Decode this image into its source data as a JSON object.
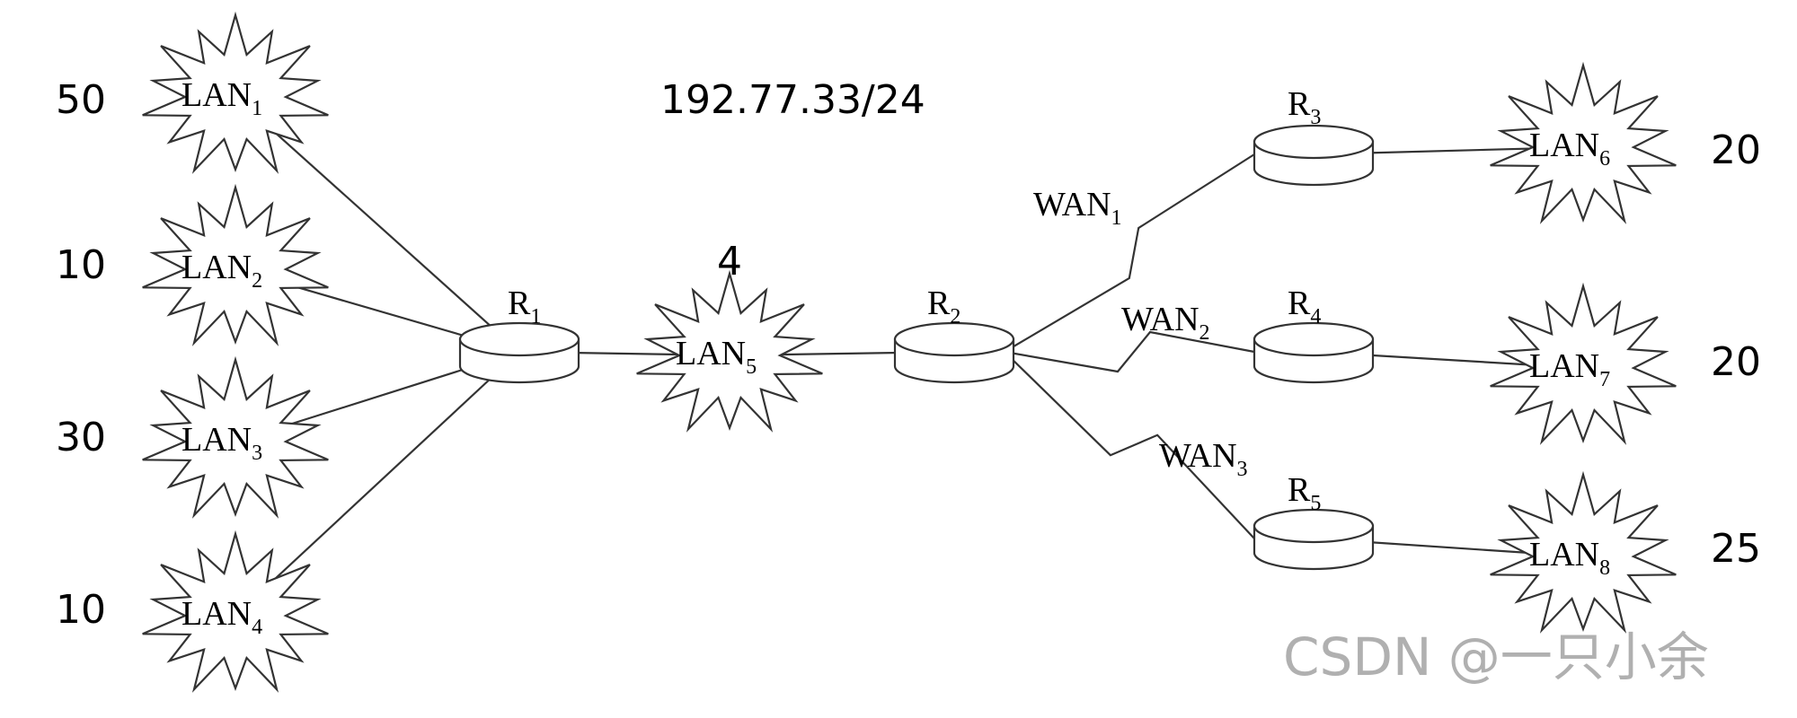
{
  "network_prefix": "192.77.33/24",
  "watermark": "CSDN @一只小余",
  "lans": [
    {
      "id": "LAN1",
      "base": "LAN",
      "sub": "1",
      "hosts": "50"
    },
    {
      "id": "LAN2",
      "base": "LAN",
      "sub": "2",
      "hosts": "10"
    },
    {
      "id": "LAN3",
      "base": "LAN",
      "sub": "3",
      "hosts": "30"
    },
    {
      "id": "LAN4",
      "base": "LAN",
      "sub": "4",
      "hosts": "10"
    },
    {
      "id": "LAN5",
      "base": "LAN",
      "sub": "5",
      "hosts": "4"
    },
    {
      "id": "LAN6",
      "base": "LAN",
      "sub": "6",
      "hosts": "20"
    },
    {
      "id": "LAN7",
      "base": "LAN",
      "sub": "7",
      "hosts": "20"
    },
    {
      "id": "LAN8",
      "base": "LAN",
      "sub": "8",
      "hosts": "25"
    }
  ],
  "routers": [
    {
      "id": "R1",
      "base": "R",
      "sub": "1"
    },
    {
      "id": "R2",
      "base": "R",
      "sub": "2"
    },
    {
      "id": "R3",
      "base": "R",
      "sub": "3"
    },
    {
      "id": "R4",
      "base": "R",
      "sub": "4"
    },
    {
      "id": "R5",
      "base": "R",
      "sub": "5"
    }
  ],
  "wans": [
    {
      "id": "WAN1",
      "base": "WAN",
      "sub": "1"
    },
    {
      "id": "WAN2",
      "base": "WAN",
      "sub": "2"
    },
    {
      "id": "WAN3",
      "base": "WAN",
      "sub": "3"
    }
  ],
  "links": [
    [
      "LAN1",
      "R1"
    ],
    [
      "LAN2",
      "R1"
    ],
    [
      "LAN3",
      "R1"
    ],
    [
      "LAN4",
      "R1"
    ],
    [
      "R1",
      "LAN5"
    ],
    [
      "LAN5",
      "R2"
    ],
    [
      "R2",
      "R3"
    ],
    [
      "R2",
      "R4"
    ],
    [
      "R2",
      "R5"
    ],
    [
      "R3",
      "LAN6"
    ],
    [
      "R4",
      "LAN7"
    ],
    [
      "R5",
      "LAN8"
    ]
  ]
}
